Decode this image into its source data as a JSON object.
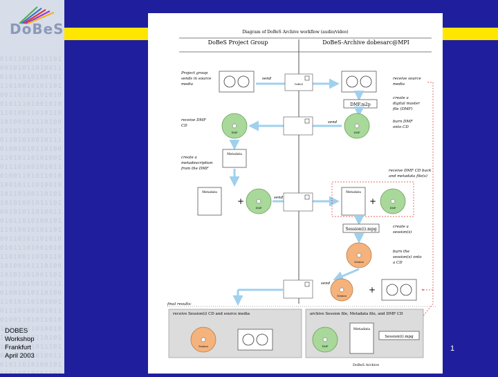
{
  "logo": {
    "text": "DoBeS"
  },
  "sidebar": {
    "digits": "0101100101110100101011010011010110101001011101001010110100110101101010010111010010101101001101011010100101110100101011010011010110101001011101001010110100110101101010010111010010101101001101011010100101110100101011010011010110101001011101001010110100110101101010010111010010101101001101011010100101110100101011010011010110101001011101001010110100110101101010010111010010101101001101011010100101110100101011010011010110101001011101001010110100110101101010010111010010101101001101011010100101110100101011010011010110",
    "footer": [
      "DOBES",
      "Workshop",
      "Frankfurt",
      "April 2003"
    ]
  },
  "page_number": "1",
  "diagram": {
    "title": "Diagram of DoBeS Archive workflow (audio/video)",
    "col_left": "DoBeS Project Group",
    "col_right": "DoBeS-Archive dobesarc@MPI",
    "labels": {
      "project_group": "Project group",
      "sends_master": "sends in source",
      "media": "media",
      "receive_source": "receive source",
      "media2": "media",
      "send1": "send",
      "dmf_file": "DMF.m2p",
      "create_a": "create a",
      "digital_master": "digital master",
      "file_dmf": "file (DMF)",
      "receive_dmf": "receive DMF",
      "cd": "CD",
      "send2": "send",
      "burn_dmf": "burn DMF",
      "onto_cd": "onto CD",
      "create_a2": "create a",
      "metadescription": "metadescription",
      "from_the_dmf": "from the DMF",
      "receive_back": "receive DMF CD back",
      "and_metadata": "and metadata file(s)",
      "send3": "send",
      "session_file": "Session(i).mpg",
      "create_a3": "create a",
      "session_s": "session(s)",
      "burn_the": "burn the",
      "session_onto": "session(s) onto",
      "a_cd": "a CD",
      "send4": "send",
      "final_results": "final results:",
      "final_left": "receive Session(i) CD and source media",
      "final_right": "archive Session file, Metadata file, and DMF CD",
      "metadata_box": "Metadata",
      "session_box": "Session(i).mpg",
      "footer_label": "DoBeS Archive",
      "metadata": "Metadata",
      "dmf": "DMF",
      "session": "Session",
      "plus": "+"
    }
  }
}
